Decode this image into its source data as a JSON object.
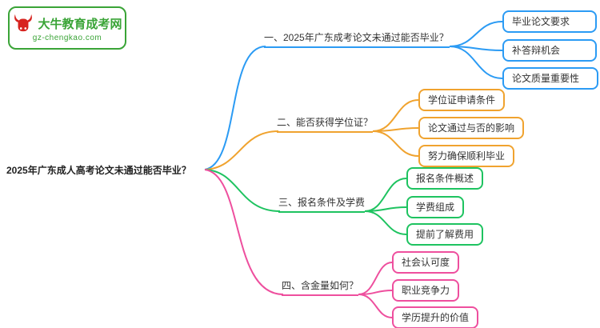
{
  "logo": {
    "site_name": "大牛教育成考网",
    "site_url": "gz-chengkao.com",
    "brand_color": "#3aa437",
    "icon_color": "#d7231f",
    "icon": "bull-icon"
  },
  "root": {
    "label": "2025年广东成人高考论文未通过能否毕业？"
  },
  "branches": [
    {
      "label": "一、2025年广东成考论文未通过能否毕业？",
      "color": "#2b9bf4",
      "children": [
        "毕业论文要求",
        "补答辩机会",
        "论文质量重要性"
      ]
    },
    {
      "label": "二、能否获得学位证？",
      "color": "#f0a32f",
      "children": [
        "学位证申请条件",
        "论文通过与否的影响",
        "努力确保顺利毕业"
      ]
    },
    {
      "label": "三、报名条件及学费",
      "color": "#1ec360",
      "children": [
        "报名条件概述",
        "学费组成",
        "提前了解费用"
      ]
    },
    {
      "label": "四、含金量如何？",
      "color": "#ee4f9e",
      "children": [
        "社会认可度",
        "职业竞争力",
        "学历提升的价值"
      ]
    }
  ]
}
